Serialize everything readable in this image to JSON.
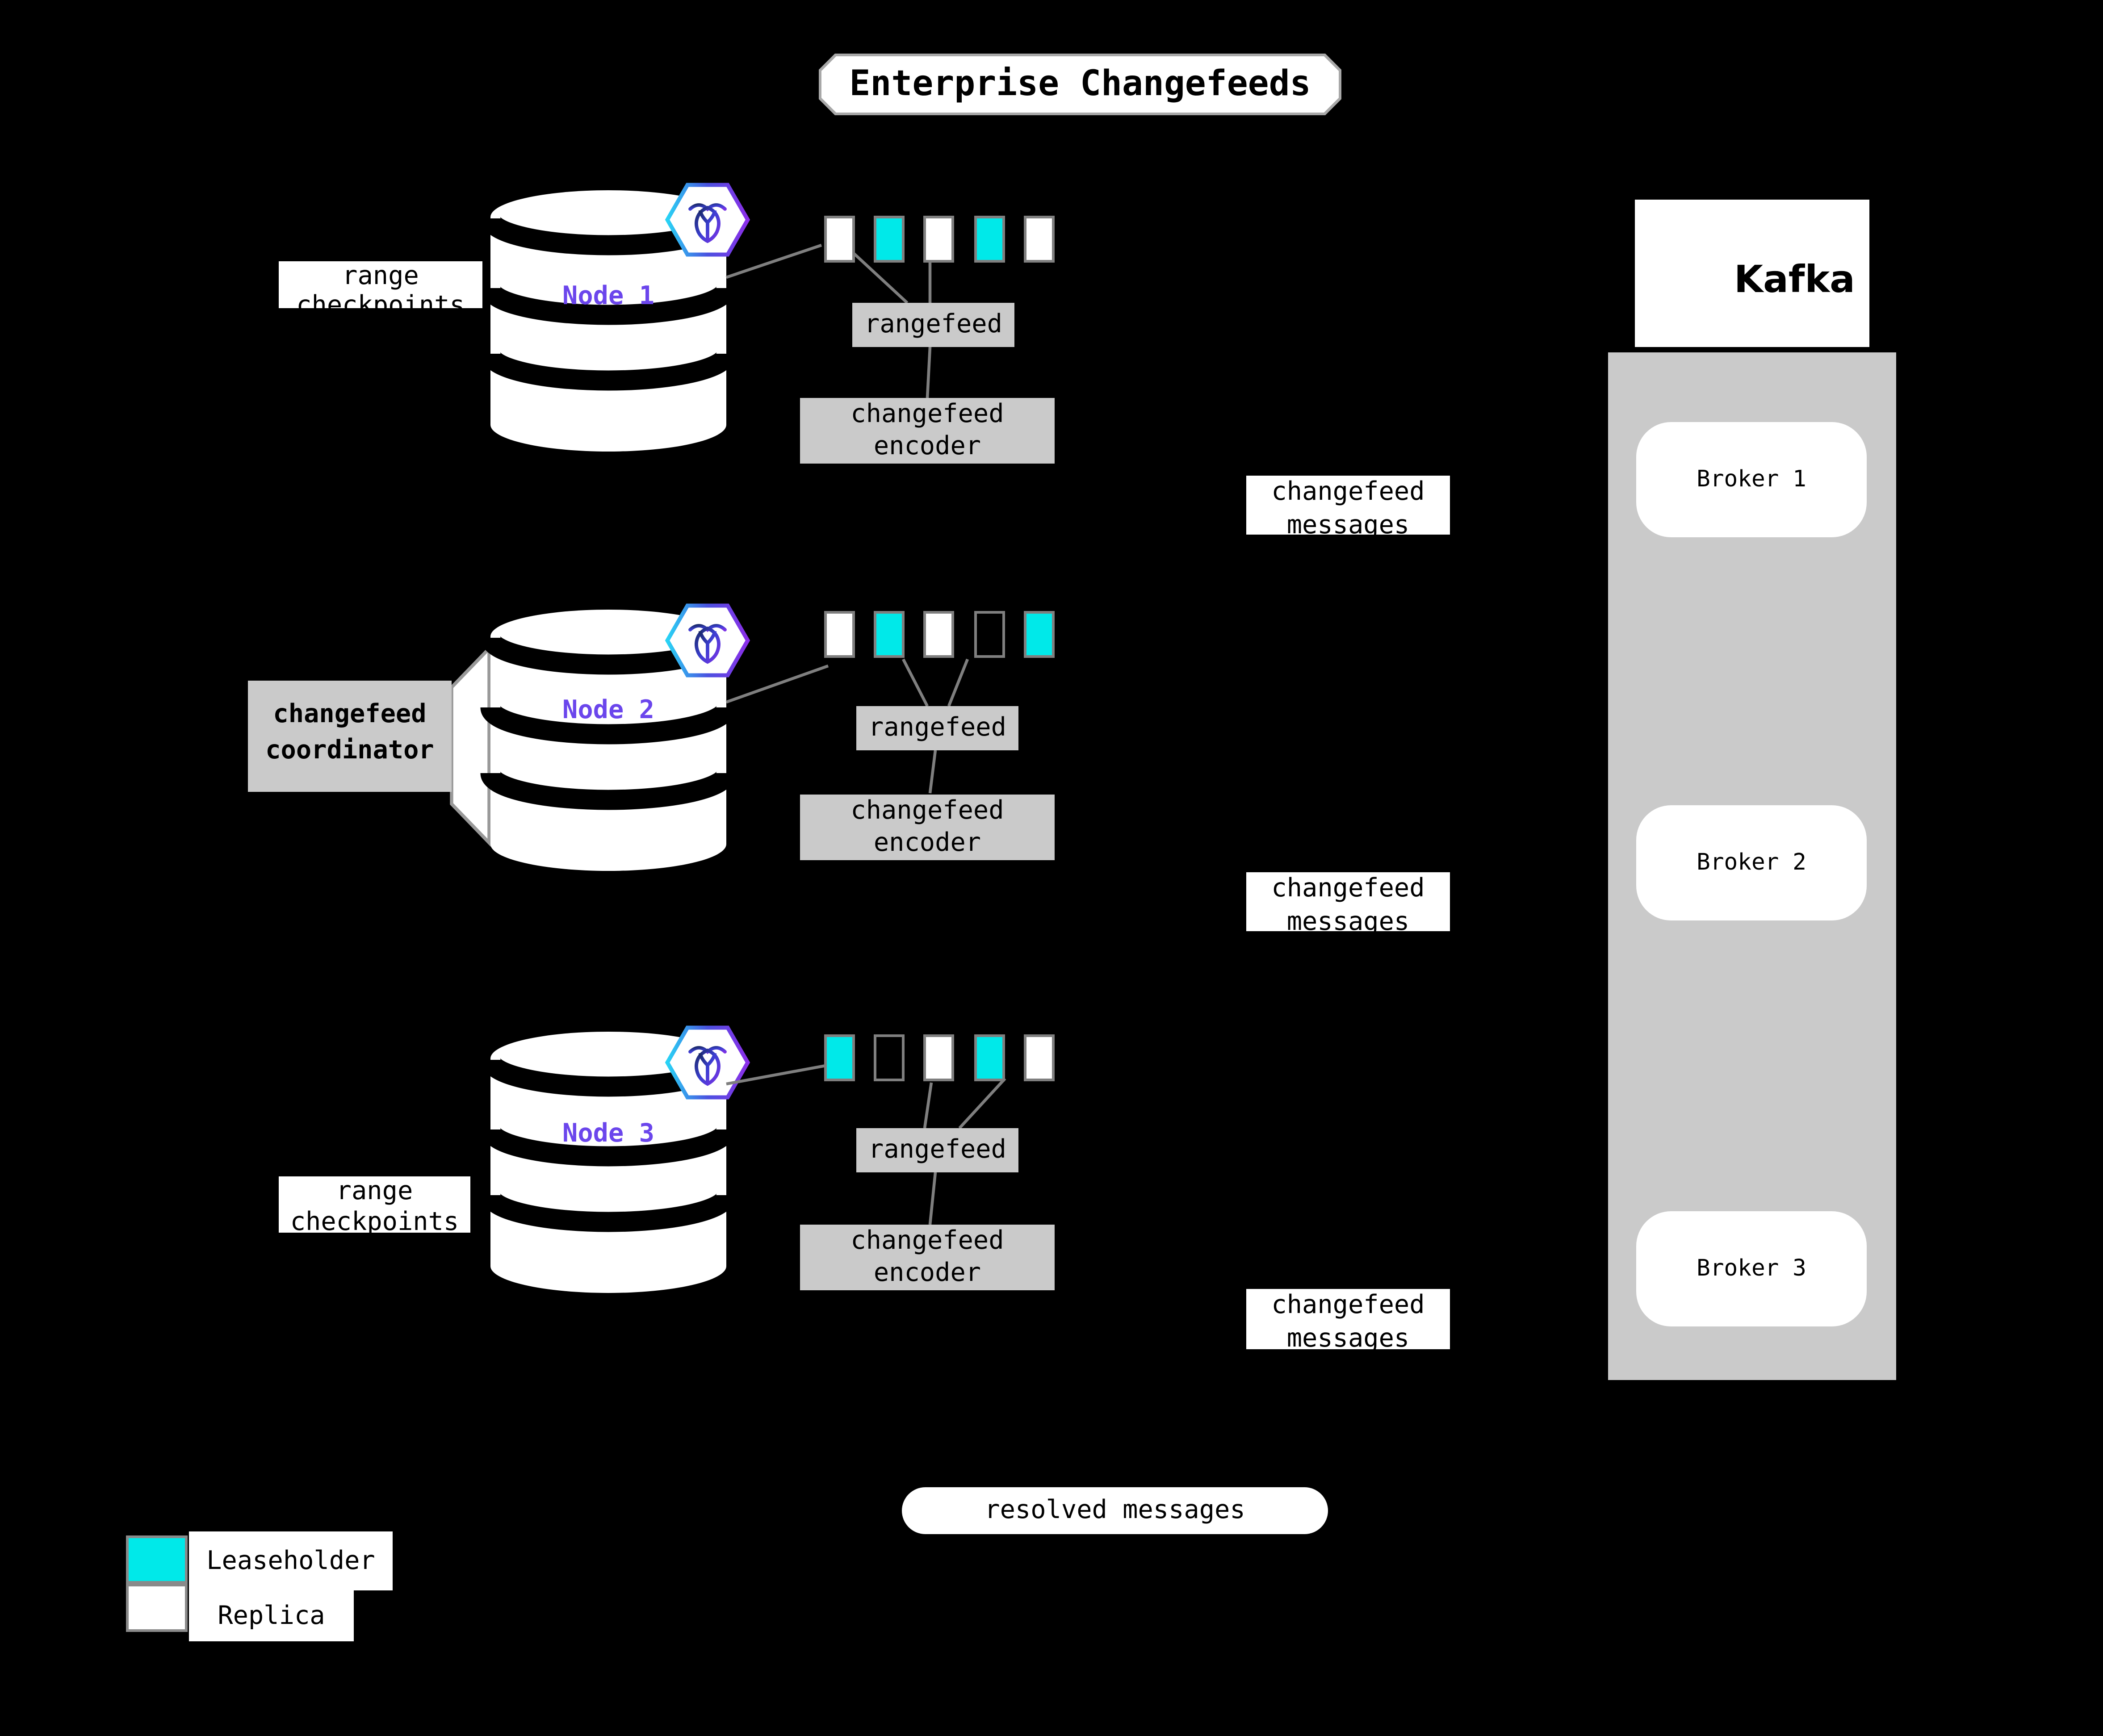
{
  "title": "Enterprise Changefeeds",
  "nodes": [
    {
      "label": "Node 1",
      "replicas": [
        "replica",
        "leaseholder",
        "replica",
        "leaseholder",
        "replica"
      ]
    },
    {
      "label": "Node 2",
      "replicas": [
        "replica",
        "leaseholder",
        "replica",
        "empty",
        "leaseholder"
      ]
    },
    {
      "label": "Node 3",
      "replicas": [
        "leaseholder",
        "empty",
        "replica",
        "leaseholder",
        "replica"
      ]
    }
  ],
  "labels": {
    "rangefeed": "rangefeed",
    "encoder": {
      "line1": "changefeed",
      "line2": "encoder"
    },
    "range_checkpoints": {
      "line1": "range",
      "line2": "checkpoints"
    },
    "coordinator": {
      "line1": "changefeed",
      "line2": "coordinator"
    },
    "messages": {
      "line1": "changefeed",
      "line2": "messages"
    },
    "resolved": "resolved messages"
  },
  "kafka": {
    "brand": "Kafka",
    "brokers": [
      "Broker 1",
      "Broker 2",
      "Broker 3"
    ]
  },
  "legend": {
    "leaseholder": "Leaseholder",
    "replica": "Replica"
  },
  "colors": {
    "leaseholder": "#00e9e9",
    "replica": "#ffffff",
    "node_label": "#6b46ec",
    "box_gray": "#cacaca",
    "line_gray": "#7f7f7f",
    "background": "#000000"
  }
}
